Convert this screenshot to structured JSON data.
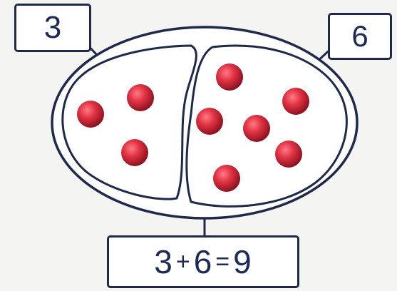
{
  "labels": {
    "left_count": "3",
    "right_count": "6"
  },
  "equation": {
    "a": "3",
    "plus": "+",
    "b": "6",
    "equals": "=",
    "total": "9"
  },
  "colors": {
    "outline": "#1f2a4a",
    "dot": "#d42a3a",
    "text": "#1e2a55"
  },
  "groups": {
    "left": {
      "dots": 3
    },
    "right": {
      "dots": 6
    }
  }
}
